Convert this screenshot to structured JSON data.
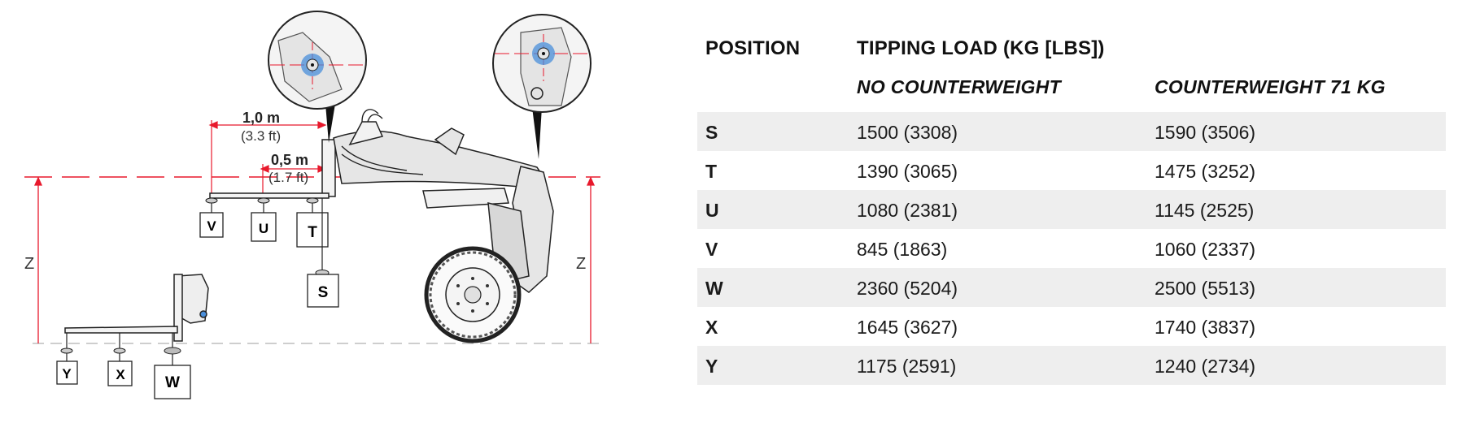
{
  "diagram": {
    "dim_1_0": {
      "metric": "1,0 m",
      "imperial": "(3.3 ft)"
    },
    "dim_0_5": {
      "metric": "0,5 m",
      "imperial": "(1.7 ft)"
    },
    "height_label_left": "Z",
    "height_label_right": "Z",
    "positions": [
      "V",
      "U",
      "T",
      "S",
      "Y",
      "X",
      "W"
    ],
    "colors": {
      "dimension_line": "#e8192c",
      "detail_highlight": "#4a8fdb",
      "machine": "#e6e6e6",
      "outline": "#222222"
    }
  },
  "table": {
    "headers": {
      "position": "POSITION",
      "tipping_load": "TIPPING LOAD (KG [LBS])"
    },
    "subheaders": {
      "no_cw": "NO COUNTERWEIGHT",
      "cw": "COUNTERWEIGHT 71 KG"
    },
    "rows": [
      {
        "pos": "S",
        "no_cw": "1500 (3308)",
        "cw": "1590 (3506)"
      },
      {
        "pos": "T",
        "no_cw": "1390 (3065)",
        "cw": "1475 (3252)"
      },
      {
        "pos": "U",
        "no_cw": "1080 (2381)",
        "cw": "1145 (2525)"
      },
      {
        "pos": "V",
        "no_cw": "845 (1863)",
        "cw": "1060 (2337)"
      },
      {
        "pos": "W",
        "no_cw": "2360 (5204)",
        "cw": "2500 (5513)"
      },
      {
        "pos": "X",
        "no_cw": "1645 (3627)",
        "cw": "1740 (3837)"
      },
      {
        "pos": "Y",
        "no_cw": "1175 (2591)",
        "cw": "1240 (2734)"
      }
    ],
    "row_shading": "#eeeeee"
  }
}
